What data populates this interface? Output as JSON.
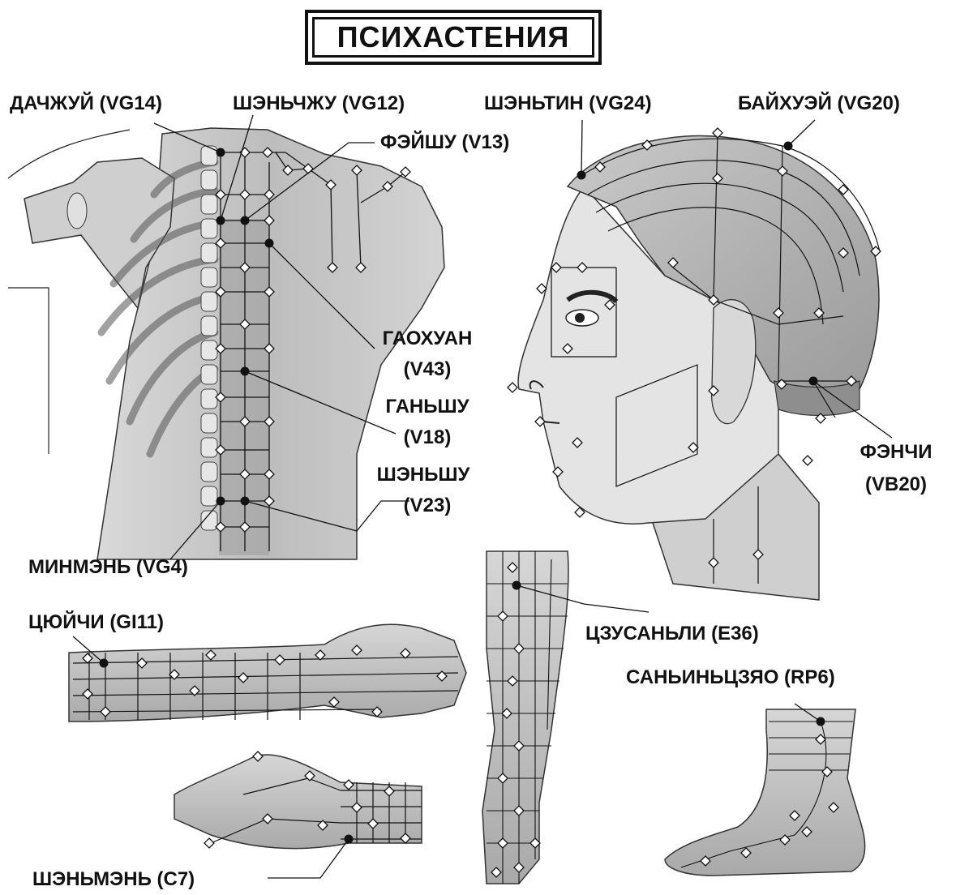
{
  "title": "ПСИХАСТЕНИЯ",
  "labels": {
    "dachzhui": "ДАЧЖУЙ (VG14)",
    "shenchzhu": "ШЭНЬЧЖУ (VG12)",
    "shentin": "ШЭНЬТИН (VG24)",
    "baihuei": "БАЙХУЭЙ (VG20)",
    "feishu": "ФЭЙШУ (V13)",
    "gaohuan_name": "ГАОХУАН",
    "gaohuan_code": "(V43)",
    "ganshu_name": "ГАНЬШУ",
    "ganshu_code": "(V18)",
    "shenshu_name": "ШЭНЬШУ",
    "shenshu_code": "(V23)",
    "minmen": "МИНМЭНЬ (VG4)",
    "fenchi_name": "ФЭНЧИ",
    "fenchi_code": "(VB20)",
    "tsyuichi": "ЦЮЙЧИ (GI11)",
    "tszusanli": "ЦЗУСАНЬЛИ (E36)",
    "saninjiao": "САНЬИНЬЦЗЯО (RP6)",
    "shenmen": "ШЭНЬМЭНЬ (C7)"
  },
  "colors": {
    "ink": "#111111",
    "skin_light": "#e6e6e6",
    "skin_mid": "#c8c8c8",
    "skin_dark": "#8c8c8c",
    "point_fill": "#ffffff"
  }
}
